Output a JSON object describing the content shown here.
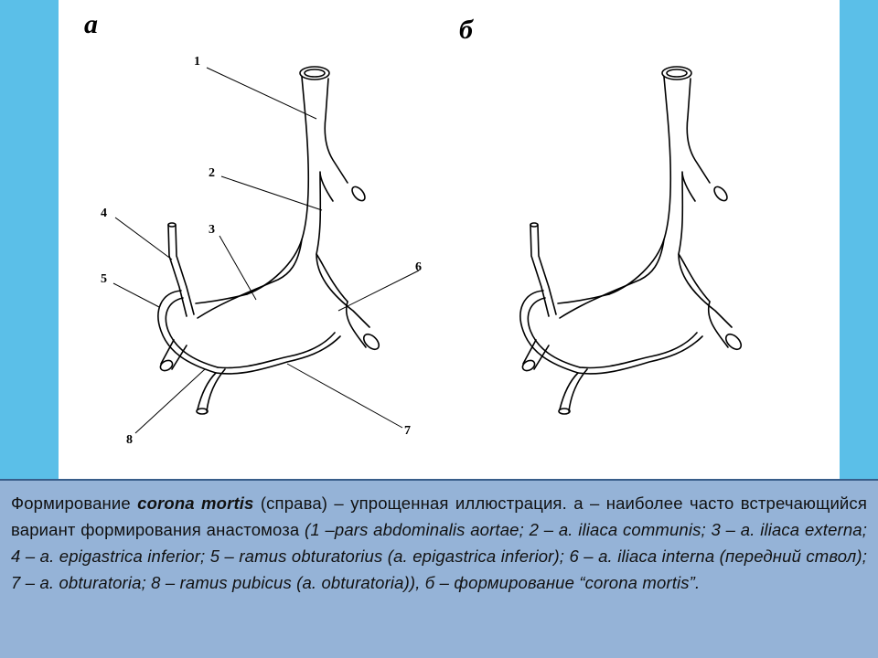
{
  "figure": {
    "panel_a_letter": "а",
    "panel_b_letter": "б",
    "labels": {
      "n1": "1",
      "n2": "2",
      "n3": "3",
      "n4": "4",
      "n5": "5",
      "n6": "6",
      "n7": "7",
      "n8": "8"
    }
  },
  "caption": {
    "p1": "Формирование ",
    "p2": "corona mortis",
    "p3": " (справа) – упрощенная иллюстрация. а – наиболее часто встречающийся вариант формирования анастомоза ",
    "p4": "(1 –pars abdominalis aortae; 2 – a. iliaca communis; 3 – a. iliaca externa; 4 – a. epigastrica inferior; 5 – ramus obturatorius (a. epigastrica inferior); 6 – a. iliaca interna (передний ствол); 7 – a. obturatoria; 8 – ramus pubicus (a. obturatoria)), б – формирование “corona mortis”."
  }
}
